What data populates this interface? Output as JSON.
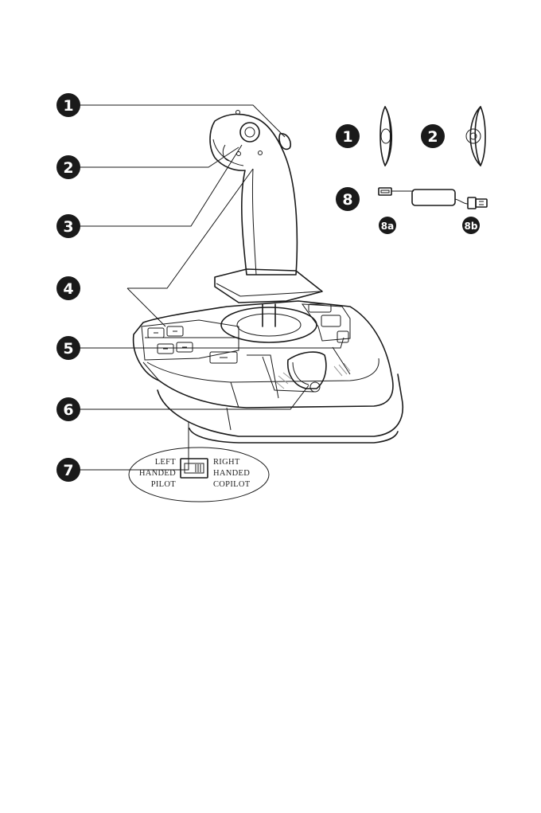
{
  "callouts": [
    {
      "number": "1"
    },
    {
      "number": "2"
    },
    {
      "number": "3"
    },
    {
      "number": "4"
    },
    {
      "number": "5"
    },
    {
      "number": "6"
    },
    {
      "number": "7"
    }
  ],
  "inset": {
    "parts": [
      {
        "number": "1",
        "icon": "hat-switch-cap-icon"
      },
      {
        "number": "2",
        "icon": "pov-hat-cap-icon"
      },
      {
        "number": "8",
        "icon": "usb-cable-icon"
      }
    ],
    "cable_labels": {
      "a": "8a",
      "b": "8b"
    }
  },
  "handedness_switch": {
    "left_line1": "LEFT",
    "left_line2": "HANDED",
    "left_line3": "PILOT",
    "right_line1": "RIGHT",
    "right_line2": "HANDED",
    "right_line3": "COPILOT"
  },
  "colors": {
    "badge_fill": "#1a1a1a",
    "line": "#1a1a1a",
    "hatch": "#9a9a9a"
  }
}
